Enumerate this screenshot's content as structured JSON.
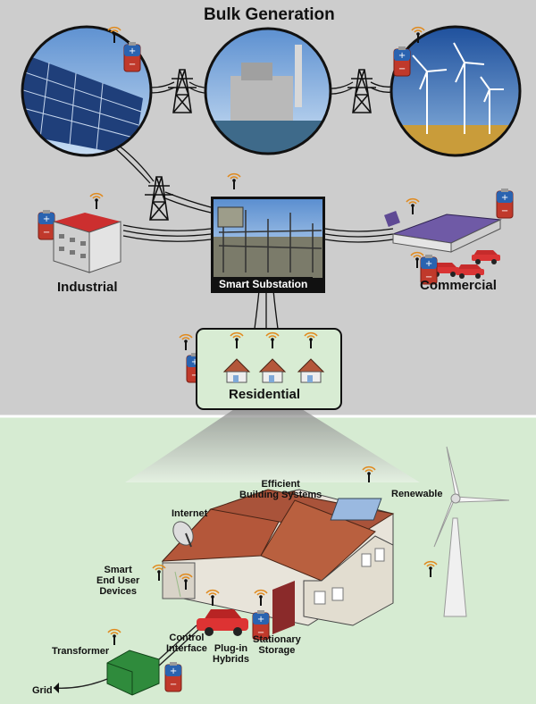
{
  "top_section": {
    "title": "Bulk Generation",
    "nodes": {
      "industrial": "Industrial",
      "substation": "Smart Substation",
      "commercial": "Commercial",
      "residential": "Residential"
    }
  },
  "home_section": {
    "labels": {
      "efficient_1": "Efficient",
      "efficient_2": "Building Systems",
      "renewable": "Renewable",
      "internet": "Internet",
      "smart_1": "Smart",
      "smart_2": "End User",
      "smart_3": "Devices",
      "control_1": "Control",
      "control_2": "Interface",
      "plugin_1": "Plug-in",
      "plugin_2": "Hybrids",
      "stationary_1": "Stationary",
      "stationary_2": "Storage",
      "transformer": "Transformer",
      "grid": "Grid"
    }
  },
  "colors": {
    "top_bg": "#cdcdcd",
    "bottom_bg": "#d6ebd2",
    "residential_box": "#d8ecd3",
    "roof": "#b4573a",
    "battery": "#c0392b",
    "battery_cap": "#2a63b0"
  }
}
